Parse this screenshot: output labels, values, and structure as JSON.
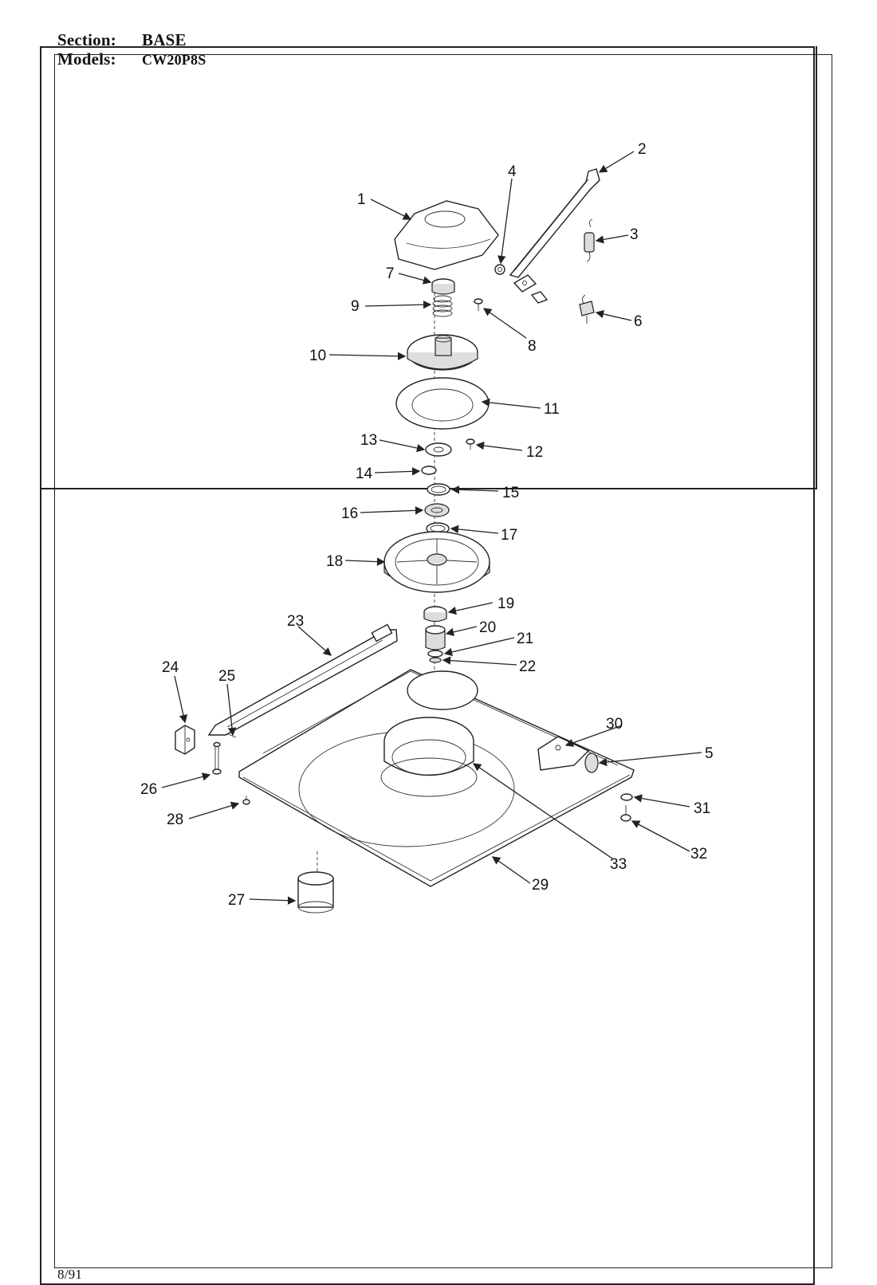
{
  "header": {
    "section_label": "Section:",
    "section_value": "BASE",
    "models_label": "Models:",
    "models_value": "CW20P8S"
  },
  "footer": {
    "date": "8/91"
  },
  "callouts": [
    {
      "id": "c1",
      "text": "1"
    },
    {
      "id": "c2",
      "text": "2"
    },
    {
      "id": "c3",
      "text": "3"
    },
    {
      "id": "c4",
      "text": "4"
    },
    {
      "id": "c5",
      "text": "5"
    },
    {
      "id": "c6",
      "text": "6"
    },
    {
      "id": "c7",
      "text": "7"
    },
    {
      "id": "c8",
      "text": "8"
    },
    {
      "id": "c9",
      "text": "9"
    },
    {
      "id": "c10",
      "text": "10"
    },
    {
      "id": "c11",
      "text": "11"
    },
    {
      "id": "c12",
      "text": "12"
    },
    {
      "id": "c13",
      "text": "13"
    },
    {
      "id": "c14",
      "text": "14"
    },
    {
      "id": "c15",
      "text": "15"
    },
    {
      "id": "c16",
      "text": "16"
    },
    {
      "id": "c17",
      "text": "17"
    },
    {
      "id": "c18",
      "text": "18"
    },
    {
      "id": "c19",
      "text": "19"
    },
    {
      "id": "c20",
      "text": "20"
    },
    {
      "id": "c21",
      "text": "21"
    },
    {
      "id": "c22",
      "text": "22"
    },
    {
      "id": "c23",
      "text": "23"
    },
    {
      "id": "c24",
      "text": "24"
    },
    {
      "id": "c25",
      "text": "25"
    },
    {
      "id": "c26",
      "text": "26"
    },
    {
      "id": "c27",
      "text": "27"
    },
    {
      "id": "c28",
      "text": "28"
    },
    {
      "id": "c29",
      "text": "29"
    },
    {
      "id": "c30",
      "text": "30"
    },
    {
      "id": "c31",
      "text": "31"
    },
    {
      "id": "c32",
      "text": "32"
    },
    {
      "id": "c33",
      "text": "33"
    }
  ]
}
